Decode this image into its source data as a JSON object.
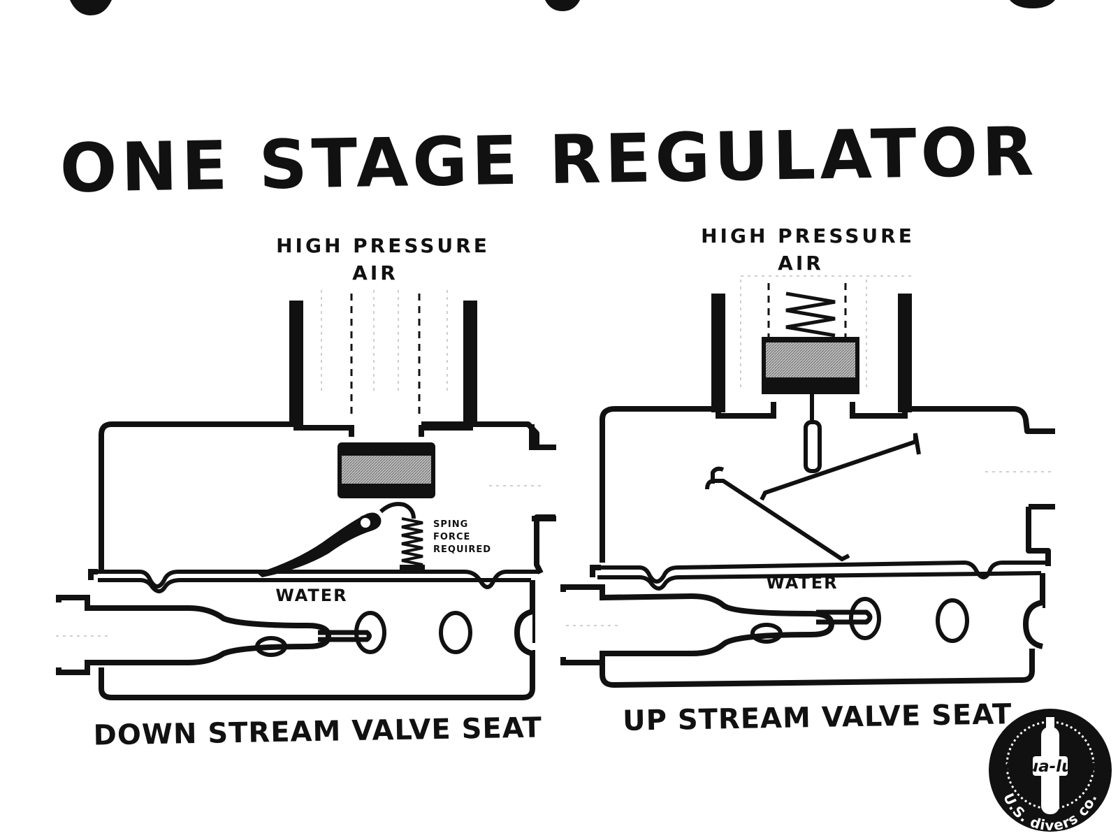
{
  "title": "ONE STAGE REGULATOR",
  "left_panel": {
    "supply_label_line1": "HIGH PRESSURE",
    "supply_label_line2": "AIR",
    "spring_note_line1": "SPING",
    "spring_note_line2": "FORCE",
    "spring_note_line3": "REQUIRED",
    "water_label": "WATER",
    "caption": "DOWN  STREAM VALVE SEAT"
  },
  "right_panel": {
    "supply_label_line1": "HIGH PRESSURE",
    "supply_label_line2": "AIR",
    "water_label": "WATER",
    "caption": "UP STREAM VALVE SEAT"
  },
  "logo": {
    "brand": "“aqua-lung”",
    "company": "U.S. divers co."
  },
  "colors": {
    "ink": "#111111",
    "paper": "#ffffff",
    "hatch": "#888888"
  }
}
